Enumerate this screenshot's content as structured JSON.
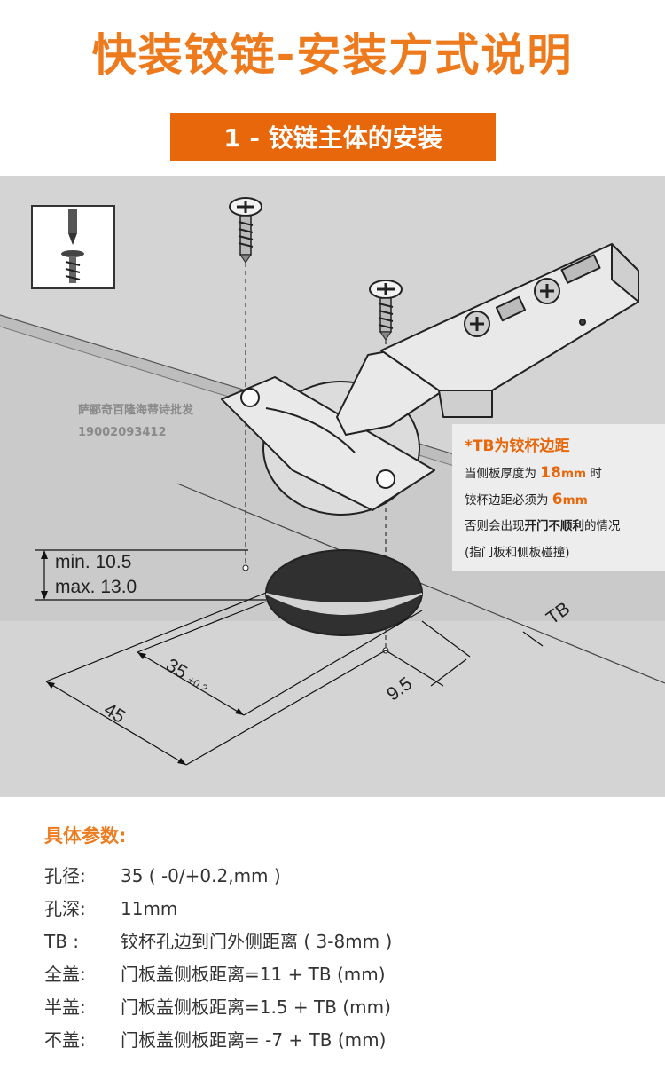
{
  "page_title": "快装铰链-安装方式说明",
  "section_banner": "1 - 铰链主体的安装",
  "watermark": {
    "line1": "萨郦奇百隆海蒂诗批发",
    "line2": "19002093412"
  },
  "dimensions": {
    "min": "min. 10.5",
    "max": "max. 13.0",
    "hole": "35",
    "hole_tol": "+0.2",
    "edge_45": "45",
    "edge_95": "9.5",
    "tb": "TB"
  },
  "note": {
    "title": "*TB为铰杯边距",
    "l1_a": "当侧板厚度为 ",
    "l1_b": "18",
    "l1_c": "mm",
    "l1_d": " 时",
    "l2_a": "铰杯边距必须为 ",
    "l2_b": "6",
    "l2_c": "mm",
    "l3_a": "否则会出现",
    "l3_b": "开门不顺利",
    "l3_c": "的情况",
    "l4": "(指门板和侧板碰撞)"
  },
  "params": {
    "heading": "具体参数:",
    "rows": [
      {
        "k": "孔径:",
        "v": "35 ( -0/+0.2,mm )"
      },
      {
        "k": "孔深:",
        "v": "11mm"
      },
      {
        "k": "TB   :",
        "v": "铰杯孔边到门外侧距离 ( 3-8mm )"
      },
      {
        "k": "全盖:",
        "v": "门板盖侧板距离=11 + TB (mm)"
      },
      {
        "k": "半盖:",
        "v": "门板盖侧板距离=1.5 + TB (mm)"
      },
      {
        "k": "不盖:",
        "v": "门板盖侧板距离= -7 + TB (mm)"
      }
    ]
  },
  "colors": {
    "accent": "#e8670a",
    "title": "#ee7a1e",
    "diagram_bg": "#d4d4d4",
    "panel": "#c2c2c2"
  }
}
